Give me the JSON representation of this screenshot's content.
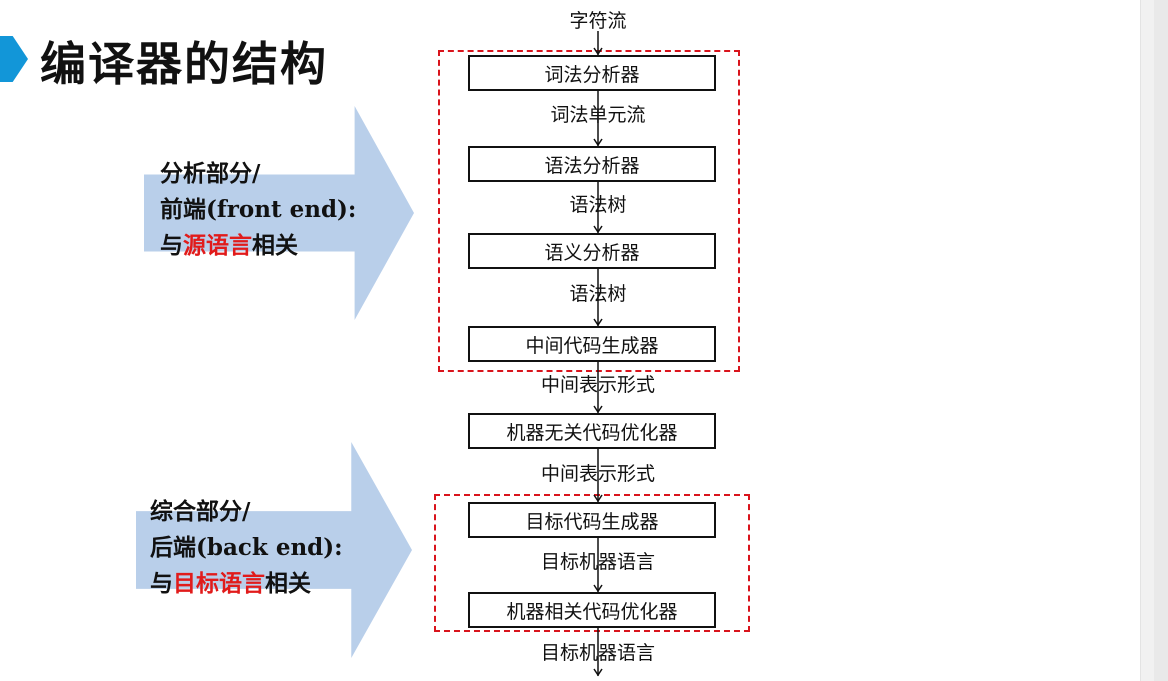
{
  "title": "编译器的结构",
  "front": {
    "line1": "分析部分/",
    "line2": "前端(front end):",
    "line3_pre": "与",
    "line3_red": "源语言",
    "line3_post": "相关"
  },
  "back": {
    "line1": "综合部分/",
    "line2": "后端(back end):",
    "line3_pre": "与",
    "line3_red": "目标语言",
    "line3_post": "相关"
  },
  "flow": {
    "input": "字符流",
    "boxes": [
      "词法分析器",
      "语法分析器",
      "语义分析器",
      "中间代码生成器",
      "机器无关代码优化器",
      "目标代码生成器",
      "机器相关代码优化器"
    ],
    "labels": [
      "词法单元流",
      "语法树",
      "语法树",
      "中间表示形式",
      "中间表示形式",
      "目标机器语言",
      "目标机器语言"
    ]
  },
  "colors": {
    "accent": "#1296d8",
    "arrow_fill": "#b9cfea",
    "dashed_border": "#d9141c",
    "highlight_text": "#e11b1b"
  }
}
